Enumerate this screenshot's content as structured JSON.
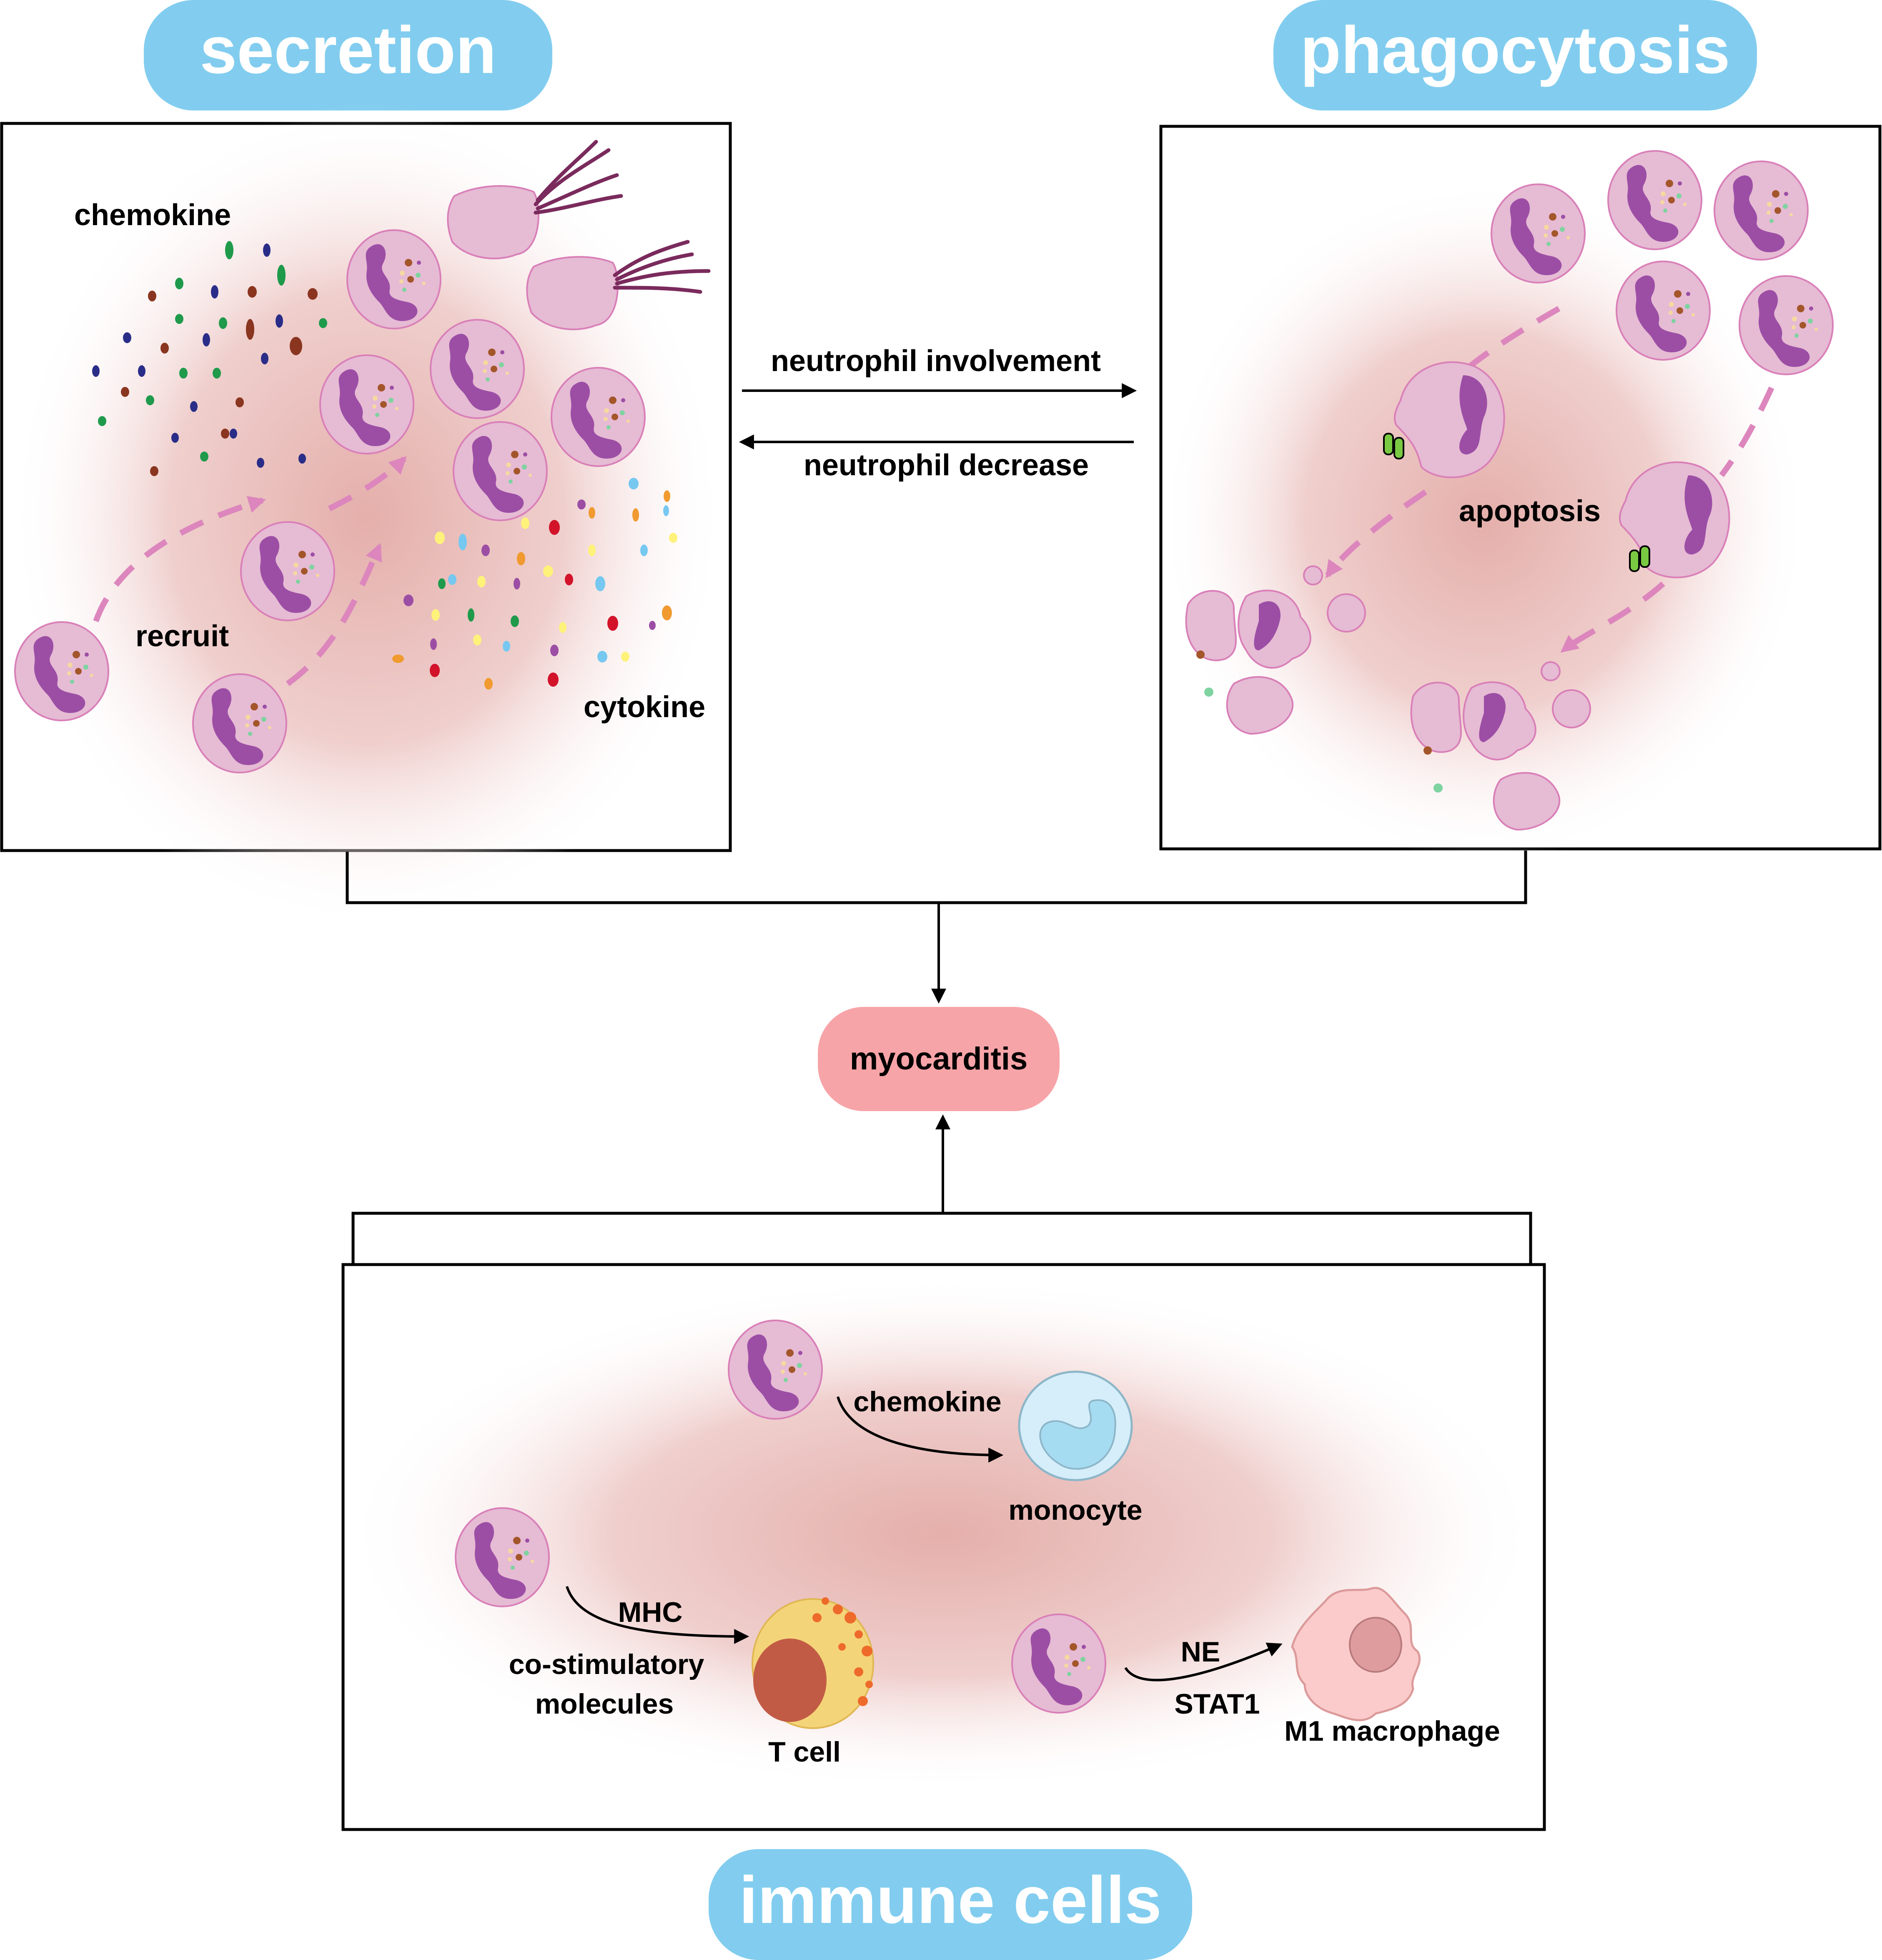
{
  "titles": {
    "secretion": "secretion",
    "phagocytosis": "phagocytosis",
    "immune_cells": "immune cells"
  },
  "secretion_panel": {
    "chemokine_label": "chemokine",
    "recruit_label": "recruit",
    "cytokine_label": "cytokine"
  },
  "transitions": {
    "forward": "neutrophil involvement",
    "backward": "neutrophil decrease"
  },
  "phagocytosis_panel": {
    "apoptosis_label": "apoptosis"
  },
  "outcome": {
    "label": "myocarditis"
  },
  "immune_panel": {
    "monocyte_signal": "chemokine",
    "monocyte_label": "monocyte",
    "tcell_signal_1": "MHC",
    "tcell_signal_2": "co-stimulatory",
    "tcell_signal_3": "molecules",
    "tcell_label": "T cell",
    "macrophage_signal_1": "NE",
    "macrophage_signal_2": "STAT1",
    "macrophage_label": "M1 macrophage"
  },
  "colors": {
    "title_pill": "#82cdef",
    "outcome_pill": "#f7a4a8",
    "neutrophil_cytoplasm": "#e6bbd4",
    "neutrophil_nucleus": "#9c4ea5",
    "inflammation_glow": "#e5afab",
    "monocyte": "#d5eefa",
    "tcell": "#f4d479",
    "tcell_nucleus": "#c25b45",
    "macrophage": "#fbcbcb"
  }
}
